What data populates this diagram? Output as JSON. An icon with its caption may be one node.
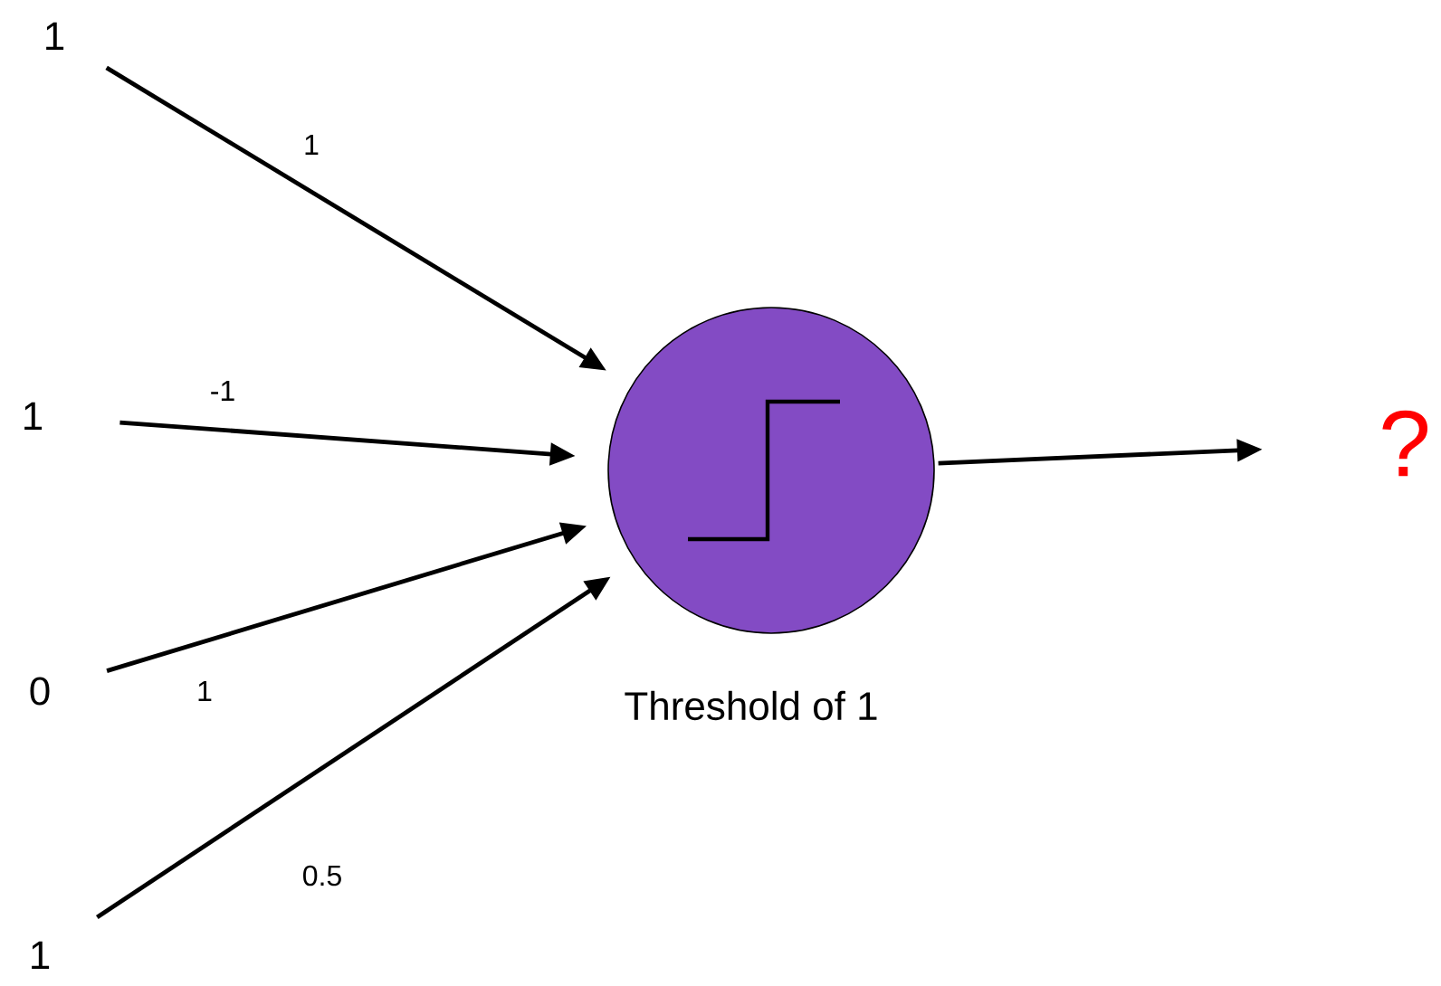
{
  "diagram": {
    "nodes": [
      {
        "text": [
          "1"
        ]
      },
      {
        "text": [
          "1"
        ]
      },
      {
        "text": [
          "0"
        ]
      },
      {
        "text": [
          "1"
        ]
      },
      {
        "text": [],
        "shape": "circle",
        "beside": [
          "Threshold of 1"
        ]
      },
      {
        "text": [
          "?"
        ]
      }
    ],
    "edges": [
      {
        "from": 0,
        "to": 4,
        "arrow": "to",
        "label": "1"
      },
      {
        "from": 1,
        "to": 4,
        "arrow": "to",
        "label": "-1"
      },
      {
        "from": 2,
        "to": 4,
        "arrow": "to",
        "label": "1"
      },
      {
        "from": 3,
        "to": 4,
        "arrow": "to",
        "label": "0.5"
      },
      {
        "from": 4,
        "to": 5,
        "arrow": "to"
      }
    ]
  }
}
